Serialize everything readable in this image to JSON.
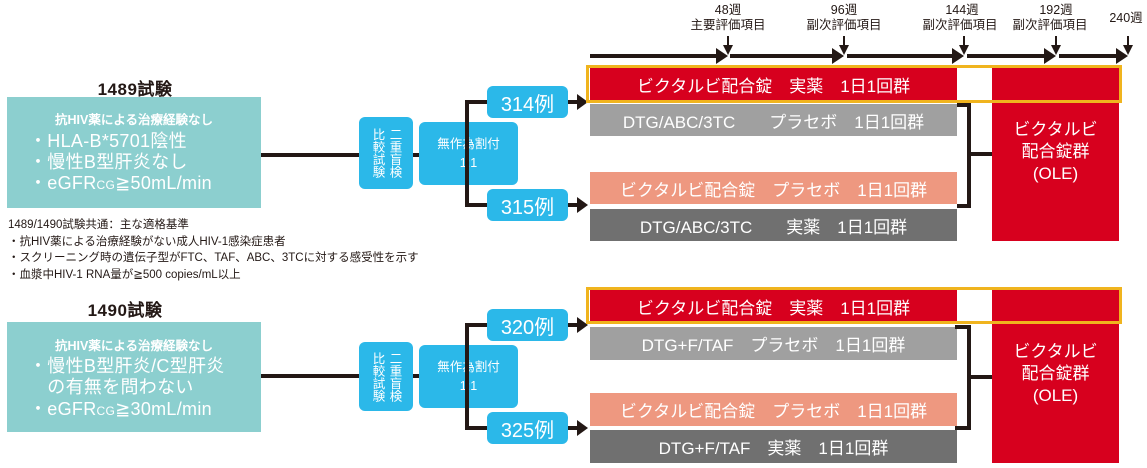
{
  "timeline": {
    "milestones": [
      {
        "week": "48週",
        "label": "主要評価項目"
      },
      {
        "week": "96週",
        "label": "副次評価項目"
      },
      {
        "week": "144週",
        "label": "副次評価項目"
      },
      {
        "week": "192週",
        "label": "副次評価項目"
      },
      {
        "week": "240週",
        "label": ""
      }
    ]
  },
  "studies": [
    {
      "title": "1489試験",
      "population_header": "抗HIV薬による治療経験なし",
      "criteria": [
        "・HLA-B*5701陰性",
        "・慢性B型肝炎なし"
      ],
      "egfr": {
        "prefix": "・eGFR",
        "subscript": "CG",
        "suffix": "≧50mL/min"
      },
      "design": {
        "left_column": "比較試験",
        "right_column": "二重盲検"
      },
      "randomization": {
        "label": "無作為割付",
        "ratio": "1:1"
      },
      "arm_counts": [
        "314例",
        "315例"
      ],
      "arms": [
        {
          "label": "ビクタルビ配合錠　実薬　1日1回群",
          "type": "active-bic"
        },
        {
          "label": "DTG/ABC/3TC　　プラセボ　1日1回群",
          "type": "placebo-comparator"
        },
        {
          "label": "ビクタルビ配合錠　プラセボ　1日1回群",
          "type": "placebo-bic"
        },
        {
          "label": "DTG/ABC/3TC　　実薬　1日1回群",
          "type": "active-comparator"
        }
      ],
      "ole": {
        "line1": "ビクタルビ",
        "line2": "配合錠群",
        "line3": "(OLE)"
      }
    },
    {
      "title": "1490試験",
      "population_header": "抗HIV薬による治療経験なし",
      "criteria": [
        "・慢性B型肝炎/C型肝炎",
        "　の有無を問わない"
      ],
      "egfr": {
        "prefix": "・eGFR",
        "subscript": "CG",
        "suffix": "≧30mL/min"
      },
      "design": {
        "left_column": "比較試験",
        "right_column": "二重盲検"
      },
      "randomization": {
        "label": "無作為割付",
        "ratio": "1:1"
      },
      "arm_counts": [
        "320例",
        "325例"
      ],
      "arms": [
        {
          "label": "ビクタルビ配合錠　実薬　1日1回群",
          "type": "active-bic"
        },
        {
          "label": "DTG+F/TAF　プラセボ　1日1回群",
          "type": "placebo-comparator"
        },
        {
          "label": "ビクタルビ配合錠　プラセボ　1日1回群",
          "type": "placebo-bic"
        },
        {
          "label": "DTG+F/TAF　実薬　1日1回群",
          "type": "active-comparator"
        }
      ],
      "ole": {
        "line1": "ビクタルビ",
        "line2": "配合錠群",
        "line3": "(OLE)"
      }
    }
  ],
  "common_criteria": {
    "title": "1489/1490試験共通：主な適格基準",
    "items": [
      "・抗HIV薬による治療経験がない成人HIV-1感染症患者",
      "・スクリーニング時の遺伝子型がFTC、TAF、ABC、3TCに対する感受性を示す",
      "・血漿中HIV-1 RNA量が≧500 copies/mL以上"
    ]
  },
  "colors": {
    "population": "#8ccfcf",
    "blue": "#2bb8e9",
    "bictarvy_active": "#d7001e",
    "comparator_placebo": "#a0a0a0",
    "bictarvy_placebo": "#ee9880",
    "comparator_active": "#707070",
    "frame": "#f0b41e",
    "line": "#231815"
  }
}
